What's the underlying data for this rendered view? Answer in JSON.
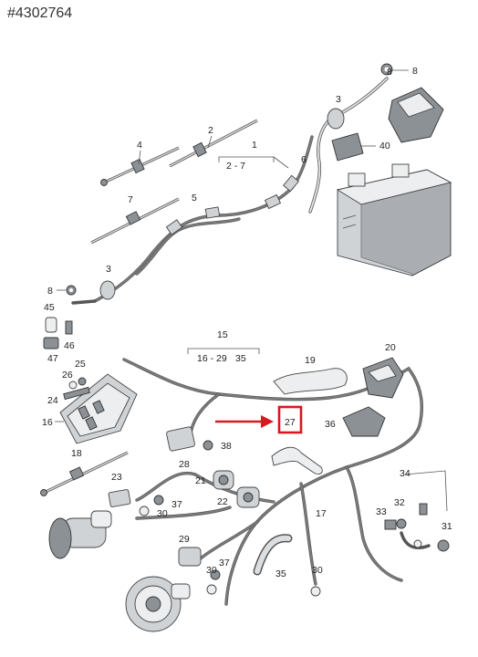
{
  "header": {
    "id_text": "#4302764"
  },
  "highlight": {
    "color": "#d71920",
    "label": "27"
  },
  "arrow": {
    "color": "#d71920"
  },
  "callouts": {
    "c1": "1",
    "c1_range": "2 - 7",
    "c2": "2",
    "c3a": "3",
    "c3b": "3",
    "c4": "4",
    "c5": "5",
    "c6": "6",
    "c7": "7",
    "c8a": "8",
    "c8b": "8",
    "c15": "15",
    "c15_range": "16 - 29",
    "c15_extra": "35",
    "c16": "16",
    "c17": "17",
    "c18": "18",
    "c19": "19",
    "c20": "20",
    "c21": "21",
    "c22": "22",
    "c23": "23",
    "c24": "24",
    "c25": "25",
    "c26": "26",
    "c28": "28",
    "c29": "29",
    "c30a": "30",
    "c30b": "30",
    "c30c": "30",
    "c31": "31",
    "c32": "32",
    "c33": "33",
    "c34": "34",
    "c35": "35",
    "c36": "36",
    "c37a": "37",
    "c37b": "37",
    "c38": "38",
    "c40": "40",
    "c45": "45",
    "c46": "46",
    "c47": "47"
  }
}
